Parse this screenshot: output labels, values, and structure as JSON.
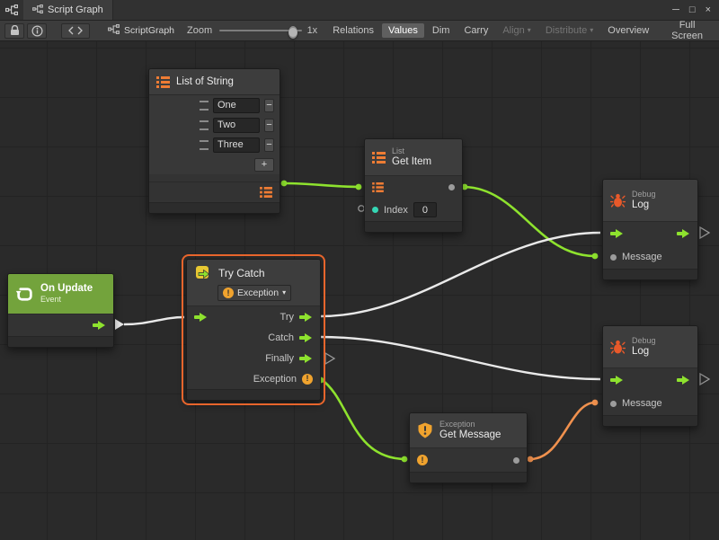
{
  "window": {
    "tab_title": "Script Graph",
    "controls": [
      "─",
      "□",
      "×"
    ]
  },
  "toolbar": {
    "graph_name": "ScriptGraph",
    "zoom_label": "Zoom",
    "zoom_value": "1x",
    "caret": "▾",
    "buttons": [
      {
        "label": "Relations",
        "state": "normal"
      },
      {
        "label": "Values",
        "state": "active"
      },
      {
        "label": "Dim",
        "state": "normal"
      },
      {
        "label": "Carry",
        "state": "normal"
      },
      {
        "label": "Align",
        "state": "disabled",
        "has_dropdown": true
      },
      {
        "label": "Distribute",
        "state": "disabled",
        "has_dropdown": true
      },
      {
        "label": "Overview",
        "state": "normal"
      },
      {
        "label": "Full Screen",
        "state": "normal"
      }
    ]
  },
  "icons": {
    "exclamation": "!",
    "minus": "−",
    "plus": "+"
  },
  "nodes": {
    "list_of_string": {
      "title": "List of String",
      "items": [
        "One",
        "Two",
        "Three"
      ]
    },
    "get_item": {
      "category": "List",
      "title": "Get Item",
      "index_label": "Index",
      "index_value": "0"
    },
    "debug_log_top": {
      "category": "Debug",
      "title": "Log",
      "message_label": "Message"
    },
    "debug_log_bottom": {
      "category": "Debug",
      "title": "Log",
      "message_label": "Message"
    },
    "on_update": {
      "title": "On Update",
      "subtitle": "Event"
    },
    "try_catch": {
      "title": "Try Catch",
      "exception_dropdown": "Exception",
      "ports": {
        "try": "Try",
        "catch": "Catch",
        "finally": "Finally",
        "exception": "Exception"
      }
    },
    "get_message": {
      "category": "Exception",
      "title": "Get Message"
    }
  },
  "colors": {
    "flow_green": "#8ee22e",
    "value_orange": "#ee7c34",
    "warning": "#f0a32e",
    "bug_red": "#e8592a",
    "selection": "#e8652c",
    "teal": "#35d6b4",
    "wire_white": "#e9e9e9"
  }
}
